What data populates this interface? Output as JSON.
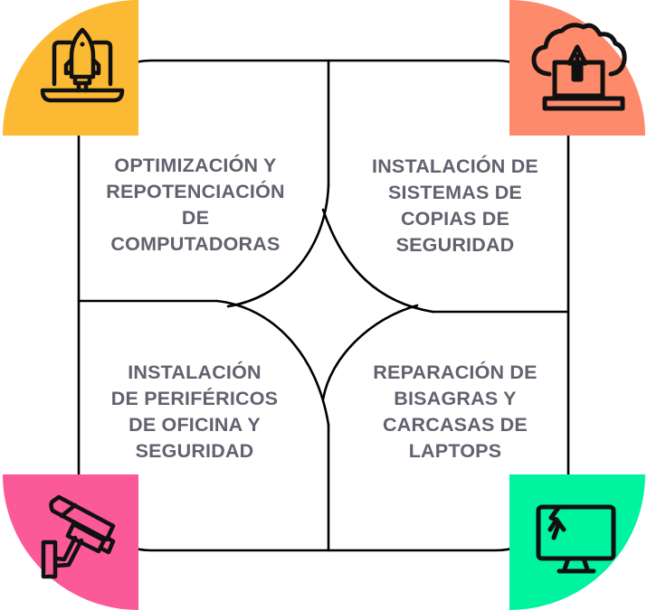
{
  "diagram": {
    "title": "",
    "line_color": "#000000",
    "text_color": "#62616f",
    "quadrants": [
      {
        "id": "top-left",
        "lines": [
          "OPTIMIZACIÓN Y",
          "REPOTENCIACIÓN",
          "DE",
          "COMPUTADORAS"
        ],
        "icon": "laptop-rocket-icon",
        "color": "#FBB934"
      },
      {
        "id": "top-right",
        "lines": [
          "INSTALACIÓN DE",
          "SISTEMAS DE",
          "COPIAS DE",
          "SEGURIDAD"
        ],
        "icon": "cloud-upload-icon",
        "color": "#FD8A6B"
      },
      {
        "id": "bottom-left",
        "lines": [
          "INSTALACIÓN",
          "DE PERIFÉRICOS",
          "DE OFICINA Y",
          "SEGURIDAD"
        ],
        "icon": "security-camera-icon",
        "color": "#FB5998"
      },
      {
        "id": "bottom-right",
        "lines": [
          "REPARACIÓN DE",
          "BISAGRAS Y",
          "CARCASAS DE",
          "LAPTOPS"
        ],
        "icon": "cracked-monitor-icon",
        "color": "#00F39E"
      }
    ]
  }
}
